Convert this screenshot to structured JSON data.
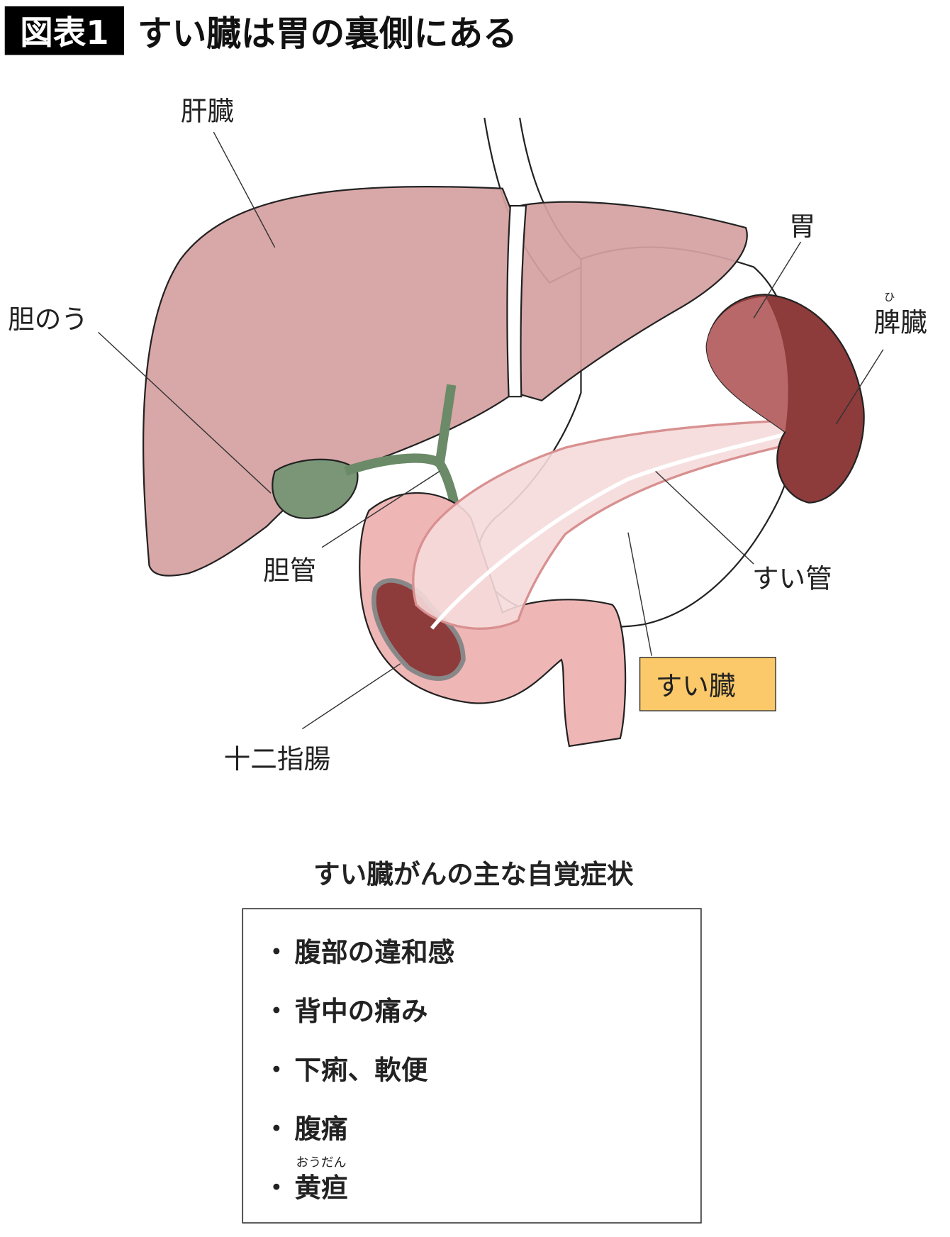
{
  "header": {
    "badge": "図表1",
    "title": "すい臓は胃の裏側にある"
  },
  "labels": {
    "liver": "肝臓",
    "stomach": "胃",
    "gallbladder": "胆のう",
    "spleen": "脾臓",
    "spleen_ruby": "ひ",
    "bile_duct": "胆管",
    "pancreatic_duct": "すい管",
    "pancreas": "すい臓",
    "duodenum": "十二指腸"
  },
  "symptoms": {
    "title": "すい臓がんの主な自覚症状",
    "items": [
      {
        "text": "腹部の違和感"
      },
      {
        "text": "背中の痛み"
      },
      {
        "text": "下痢、軟便"
      },
      {
        "text": "腹痛"
      },
      {
        "text": "黄疸",
        "ruby": "おうだん"
      }
    ]
  },
  "colors": {
    "liver": "#d5a0a0",
    "spleen": "#8e3b3b",
    "gallbladder": "#7a9676",
    "pancreas": "#f6dada",
    "highlight": "#fbc96a"
  }
}
